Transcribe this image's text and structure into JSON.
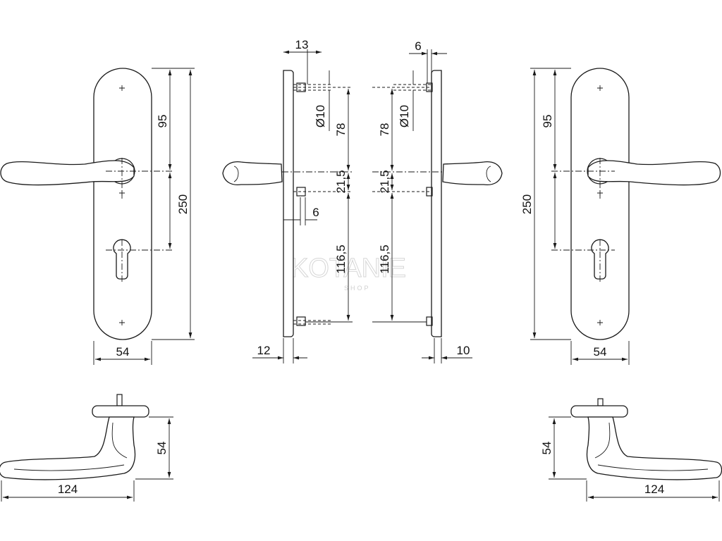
{
  "watermark": {
    "brand": "KOTANIE",
    "sub": "SHOP"
  },
  "colors": {
    "line": "#1a1a1a",
    "background": "#ffffff",
    "watermark": "#d6d6d6"
  },
  "views": {
    "front_left": {
      "dim_width": "54",
      "dim_upper": "95",
      "dim_total": "250"
    },
    "side_left": {
      "dim_top": "13",
      "dim_hole": "Ø10",
      "dim_78": "78",
      "dim_215": "21,5",
      "dim_6": "6",
      "dim_1165": "116,5",
      "dim_12": "12"
    },
    "side_right": {
      "dim_top": "6",
      "dim_hole": "Ø10",
      "dim_78": "78",
      "dim_215": "21,5",
      "dim_1165": "116,5",
      "dim_10": "10"
    },
    "front_right": {
      "dim_width": "54",
      "dim_upper": "95",
      "dim_total": "250"
    },
    "top_left": {
      "dim_height": "54",
      "dim_length": "124"
    },
    "top_right": {
      "dim_height": "54",
      "dim_length": "124"
    }
  }
}
